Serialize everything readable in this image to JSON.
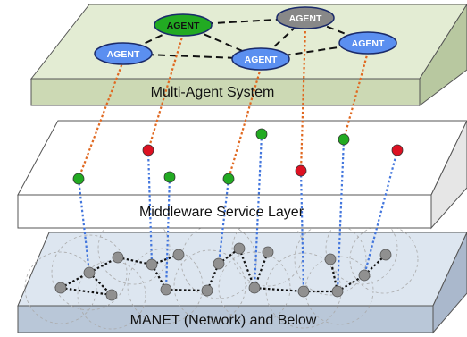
{
  "layers": {
    "top": "Multi-Agent System",
    "middle": "Middleware Service Layer",
    "bottom": "MANET (Network) and Below"
  },
  "agents": [
    {
      "label": "AGENT",
      "color": "#22aa22"
    },
    {
      "label": "AGENT",
      "color": "#888888"
    },
    {
      "label": "AGENT",
      "color": "#5b8ff0"
    },
    {
      "label": "AGENT",
      "color": "#5b8ff0"
    },
    {
      "label": "AGENT",
      "color": "#5b8ff0"
    }
  ],
  "colors": {
    "mas_face": "#e3ecd3",
    "mas_side": "#b8c8a0",
    "middleware_face": "#ffffff",
    "manet_face": "#dde6f0",
    "manet_side": "#aab8cc",
    "agent_link": "#e06820",
    "network_link": "#4477dd",
    "service_green": "#22aa22",
    "service_red": "#dd1122",
    "node_gray": "#909090"
  }
}
